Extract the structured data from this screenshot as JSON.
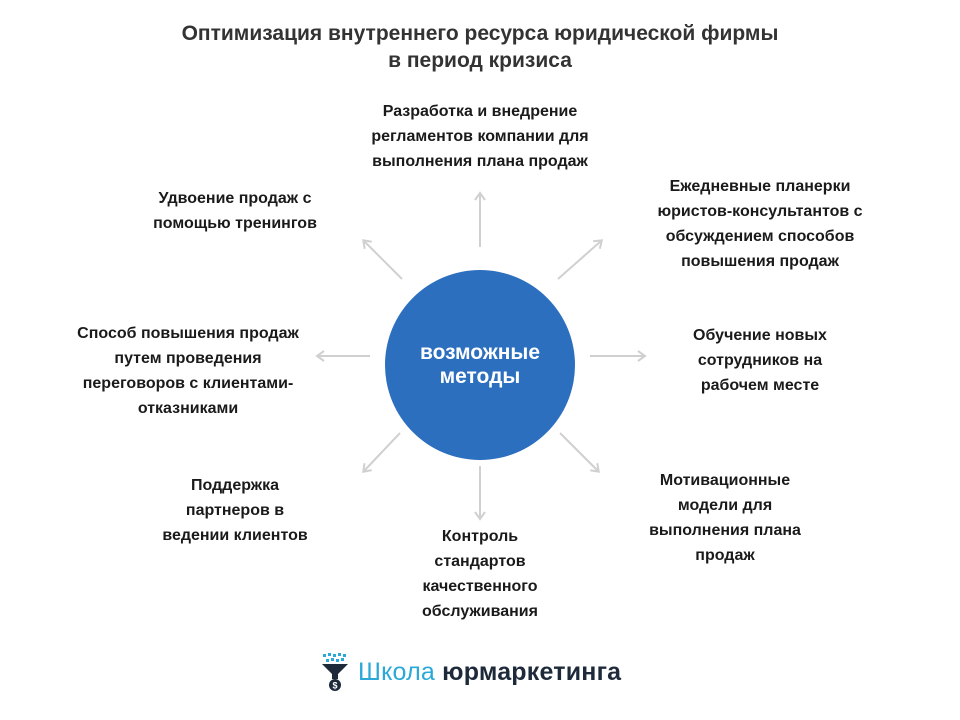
{
  "title": {
    "lines": [
      "Оптимизация внутреннего ресурса юридической фирмы",
      "в период кризиса"
    ]
  },
  "hub": {
    "lines": [
      "возможные",
      "методы"
    ]
  },
  "nodes": {
    "top": [
      "Разработка и внедрение",
      "регламентов компании для",
      "выполнения плана продаж"
    ],
    "top_right": [
      "Ежедневные планерки",
      "юристов-консультантов с",
      "обсуждением способов",
      "повышения продаж"
    ],
    "right": [
      "Обучение новых",
      "сотрудников на",
      "рабочем месте"
    ],
    "bottom_right": [
      "Мотивационные",
      "модели для",
      "выполнения плана",
      "продаж"
    ],
    "bottom": [
      "Контроль",
      "стандартов",
      "качественного",
      "обслуживания"
    ],
    "bottom_left": [
      "Поддержка",
      "партнеров в",
      "ведении клиентов"
    ],
    "left": [
      "Способ повышения продаж",
      "путем проведения",
      "переговоров с клиентами-",
      "отказниками"
    ],
    "top_left": [
      "Удвоение продаж с",
      "помощью тренингов"
    ]
  },
  "logo": {
    "part1": "Школа",
    "part2": "юрмаркетинга",
    "icon": "funnel-dollar-icon"
  },
  "colors": {
    "hub": "#2c6fbf",
    "arrow": "#d0d0d0",
    "logo_accent": "#2aa9d8",
    "logo_dark": "#1e2a3a"
  }
}
